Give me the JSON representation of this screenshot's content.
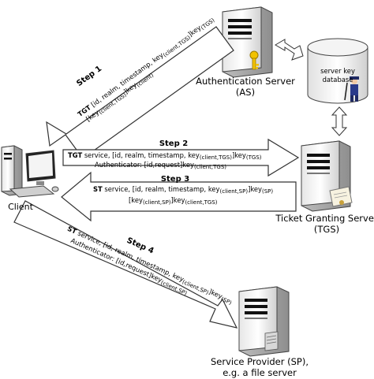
{
  "nodes": {
    "as": {
      "line1": "Authentication Server",
      "line2": "(AS)"
    },
    "tgs": {
      "line1": "Ticket Granting Server",
      "line2": "(TGS)"
    },
    "sp": {
      "line1": "Service Provider (SP),",
      "line2": "e.g. a file server"
    },
    "client": {
      "label": "Client"
    },
    "db": {
      "line1": "server key",
      "line2": "database"
    }
  },
  "steps": {
    "s1": {
      "title": "Step 1",
      "bold": "TGT",
      "l1": " [id, realm, timestamp, key",
      "l1sub": "(client,TGS)",
      "l1end": "]key",
      "l1sub2": "(TGS)",
      "l2a": "[key",
      "l2sub": "(client,TGS)",
      "l2b": "]key",
      "l2sub2": "(client)"
    },
    "s2": {
      "title": "Step 2",
      "bold": "TGT",
      "l1": " service, [id, realm, timestamp, key",
      "l1sub": "(client,TGS)",
      "l1end": "]key",
      "l1sub2": "(TGS)",
      "l2": "Authenticator: [id,request]key",
      "l2sub": "(client,TGS)"
    },
    "s3": {
      "title": "Step 3",
      "bold": "ST",
      "l1": " service, [id, realm, timestamp, key",
      "l1sub": "(client,SP)",
      "l1end": "]key",
      "l1sub2": "(SP)",
      "l2a": "[key",
      "l2sub": "(client,SP)",
      "l2b": "]key",
      "l2sub2": "(client,TGS)"
    },
    "s4": {
      "title": "Step 4",
      "bold": "ST",
      "l1": " service, [id, realm, timestamp, key",
      "l1sub": "(client,SP)",
      "l1end": "]key",
      "l1sub2": "(SP)",
      "l2": "Authenticator: [id,request]key",
      "l2sub": "(client,SP)"
    }
  }
}
